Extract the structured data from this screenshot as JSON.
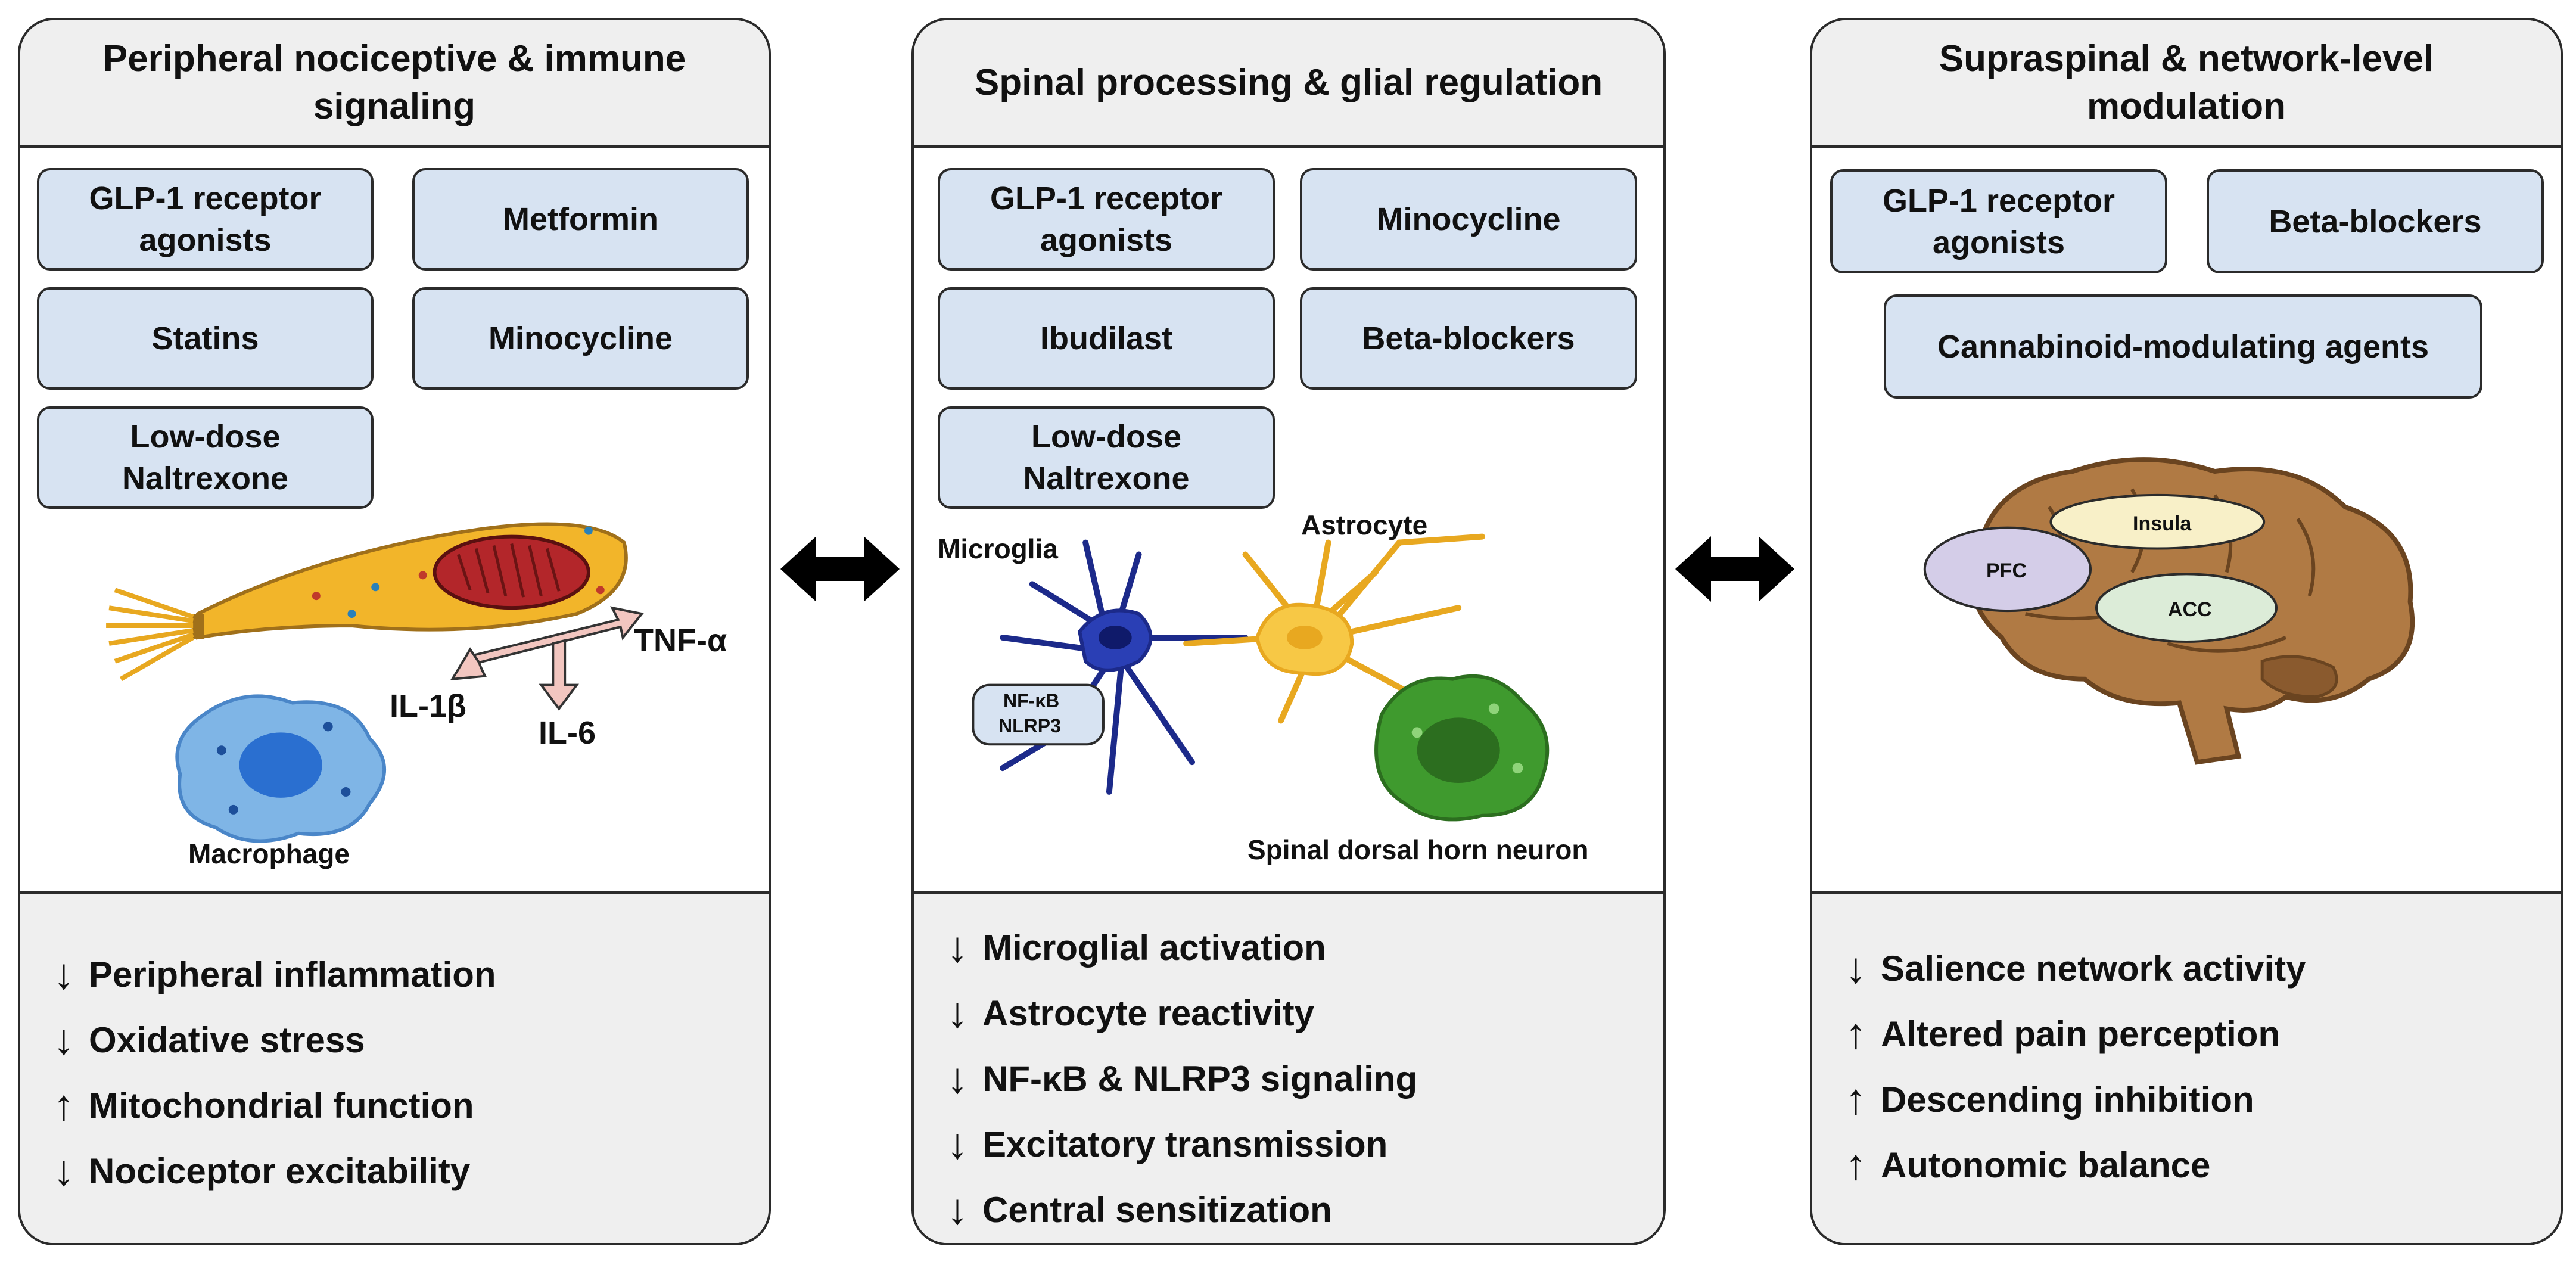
{
  "panels": [
    {
      "title": "Peripheral nociceptive & immune signaling",
      "drugs": [
        "GLP-1 receptor agonists",
        "Metformin",
        "Statins",
        "Minocycline",
        "Low-dose Naltrexone"
      ],
      "labels": {
        "tnf": "TNF-α",
        "il1": "IL-1β",
        "il6": "IL-6",
        "macrophage": "Macrophage"
      },
      "effects": [
        {
          "arrow": "↓",
          "text": "Peripheral inflammation"
        },
        {
          "arrow": "↓",
          "text": "Oxidative stress"
        },
        {
          "arrow": "↑",
          "text": "Mitochondrial function"
        },
        {
          "arrow": "↓",
          "text": "Nociceptor excitability"
        }
      ]
    },
    {
      "title": "Spinal processing & glial regulation",
      "drugs": [
        "GLP-1 receptor agonists",
        "Minocycline",
        "Ibudilast",
        "Beta-blockers",
        "Low-dose Naltrexone"
      ],
      "labels": {
        "microglia": "Microglia",
        "astrocyte": "Astrocyte",
        "nfkb": "NF-κB",
        "nlrp3": "NLRP3",
        "neuron": "Spinal dorsal horn neuron"
      },
      "effects": [
        {
          "arrow": "↓",
          "text": "Microglial activation"
        },
        {
          "arrow": "↓",
          "text": "Astrocyte reactivity"
        },
        {
          "arrow": "↓",
          "text": "NF-κB & NLRP3 signaling"
        },
        {
          "arrow": "↓",
          "text": "Excitatory transmission"
        },
        {
          "arrow": "↓",
          "text": "Central sensitization"
        }
      ]
    },
    {
      "title": "Supraspinal & network-level modulation",
      "drugs": [
        "GLP-1 receptor agonists",
        "Beta-blockers",
        "Cannabinoid-modulating agents"
      ],
      "labels": {
        "pfc": "PFC",
        "insula": "Insula",
        "acc": "ACC"
      },
      "effects": [
        {
          "arrow": "↓",
          "text": "Salience network activity"
        },
        {
          "arrow": "↑",
          "text": "Altered pain perception"
        },
        {
          "arrow": "↑",
          "text": "Descending inhibition"
        },
        {
          "arrow": "↑",
          "text": "Autonomic balance"
        }
      ]
    }
  ],
  "colors": {
    "drug_fill": "#d7e3f2",
    "header_fill": "#efefef",
    "border": "#2b2b2b",
    "neuron_fill": "#f2b52a",
    "microglia_fill": "#2a3fb5",
    "astrocyte_fill": "#f7c845",
    "neuron_green": "#3f9a2e",
    "brain_fill": "#b07a44"
  }
}
